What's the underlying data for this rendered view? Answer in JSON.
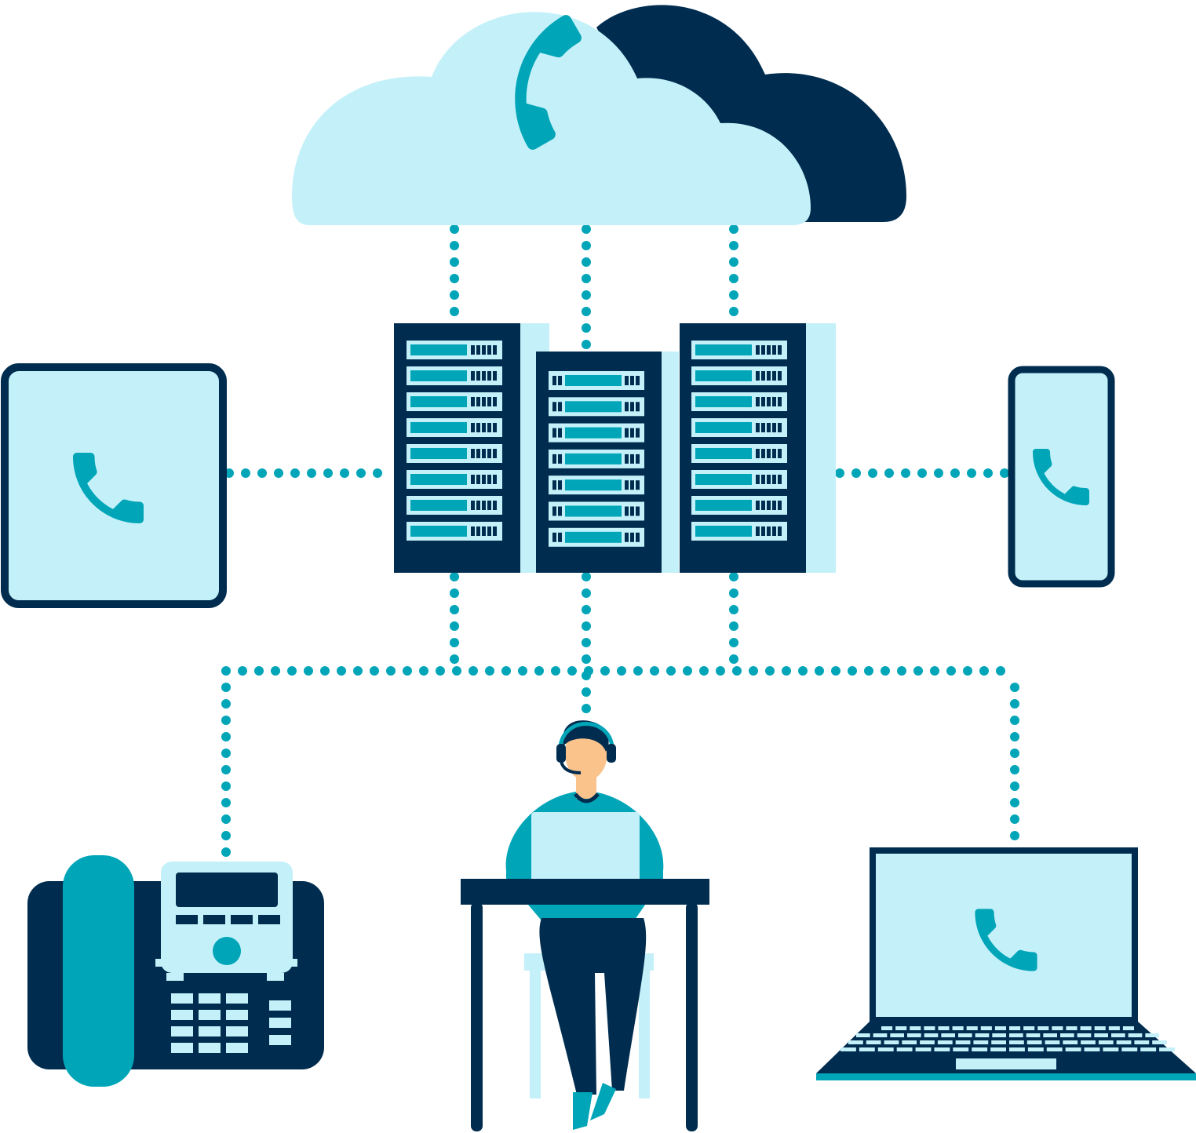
{
  "colors": {
    "light": "#c4f1f9",
    "navy": "#002d4f",
    "teal": "#00a5b8",
    "skin": "#f9c38b",
    "background": "#ffffff"
  },
  "icons": [
    "cloud-icon",
    "phone-handset-icon",
    "server-rack-icon",
    "tablet-icon",
    "smartphone-icon",
    "desk-phone-icon",
    "agent-with-headset-icon",
    "laptop-icon"
  ],
  "server_racks": {
    "left_slots": 8,
    "middle_slots": 7,
    "right_slots": 8
  }
}
